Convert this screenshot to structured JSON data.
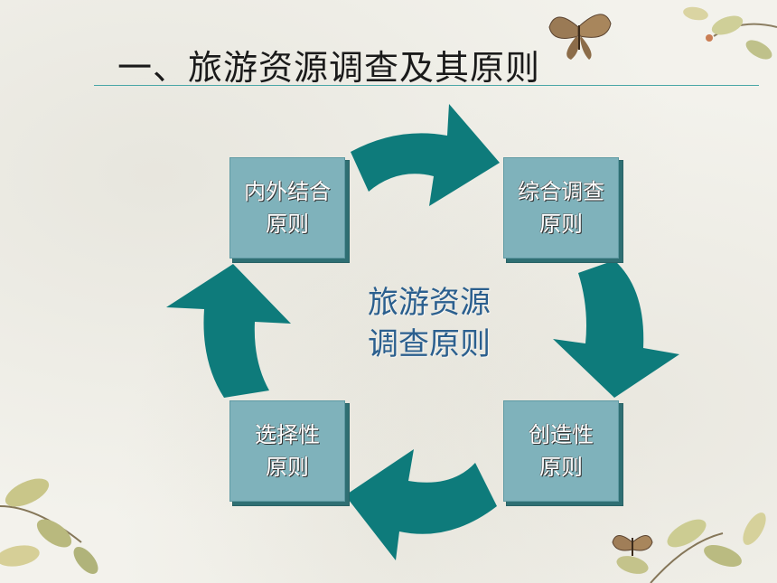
{
  "slide": {
    "title": "一、旅游资源调查及其原则",
    "center_label": {
      "line1": "旅游资源",
      "line2": "调查原则"
    },
    "nodes": [
      {
        "line1": "内外结合",
        "line2": "原则"
      },
      {
        "line1": "综合调查",
        "line2": "原则"
      },
      {
        "line1": "创造性",
        "line2": "原则"
      },
      {
        "line1": "选择性",
        "line2": "原则"
      }
    ],
    "colors": {
      "arrow": "#0e7b7b",
      "node_fill": "#7fb2bb",
      "center_text": "#2b5f8e",
      "title_rule": "#4aa7a7"
    },
    "decorations": [
      "butterfly-icon",
      "leaf-branch-icon"
    ]
  }
}
